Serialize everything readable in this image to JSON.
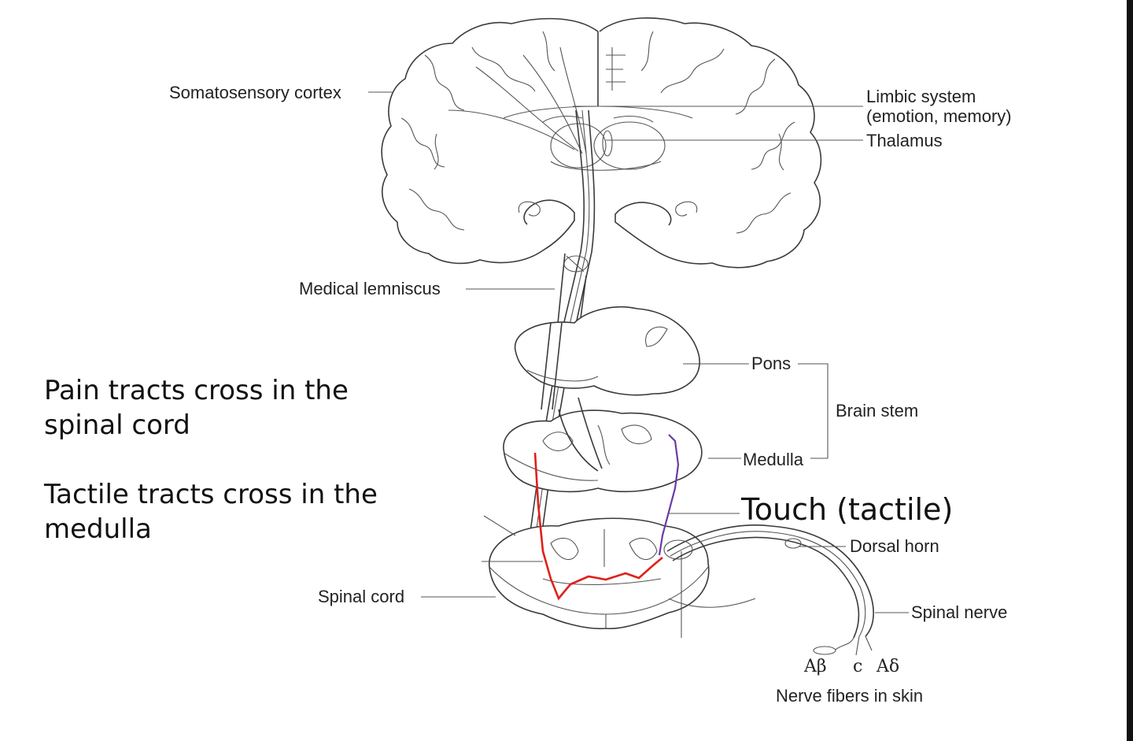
{
  "notes": {
    "pain_line1": "Pain tracts cross in the",
    "pain_line2": "spinal cord",
    "tactile_line1": "Tactile tracts cross in the",
    "tactile_line2": "medulla"
  },
  "labels": {
    "somatosensory_cortex": "Somatosensory cortex",
    "limbic_system_line1": "Limbic system",
    "limbic_system_line2": "(emotion, memory)",
    "thalamus": "Thalamus",
    "medical_lemniscus": "Medical lemniscus",
    "pons": "Pons",
    "brain_stem": "Brain stem",
    "medulla": "Medulla",
    "touch": "Touch (tactile)",
    "dorsal_horn": "Dorsal horn",
    "spinal_cord": "Spinal cord",
    "spinal_nerve": "Spinal nerve",
    "fiber_a_beta": "Aβ",
    "fiber_c": "c",
    "fiber_a_delta": "Aδ",
    "nerve_fibers": "Nerve fibers in skin"
  },
  "colors": {
    "pain_tract": "#e0201a",
    "tactile_tract": "#6a3aa8",
    "outline": "#3a3a3a"
  },
  "icons": {
    "brain": "brain-coronal-section-icon",
    "pons": "pons-section-icon",
    "medulla": "medulla-section-icon",
    "spinal_cord": "spinal-cord-section-icon",
    "spinal_nerve": "spinal-nerve-icon"
  }
}
